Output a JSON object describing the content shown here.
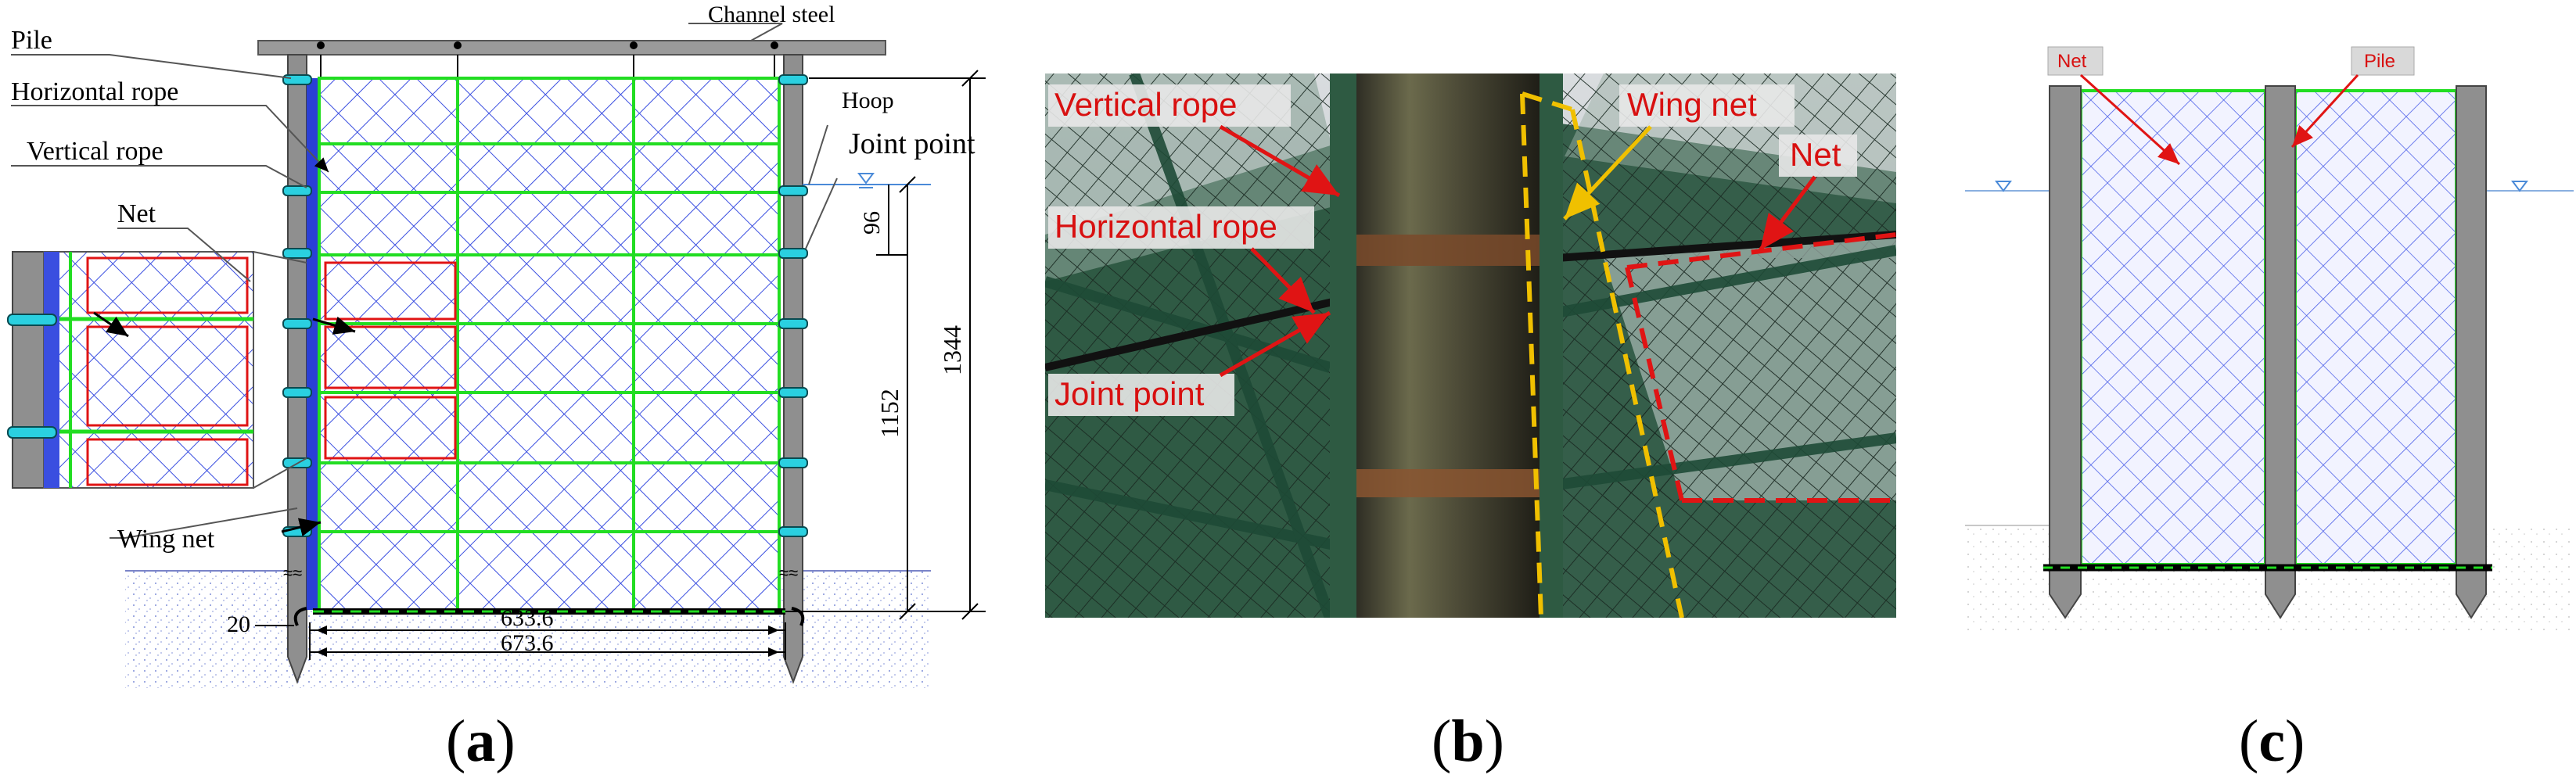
{
  "panel_a": {
    "labels": {
      "channel_steel": "Channel steel",
      "pile": "Pile",
      "horizontal_rope": "Horizontal rope",
      "vertical_rope": "Vertical rope",
      "net": "Net",
      "wing_net": "Wing net",
      "hoop": "Hoop",
      "joint_point": "Joint point"
    },
    "dimensions": {
      "d96": "96",
      "d1152": "1152",
      "d1344": "1344",
      "d20": "20",
      "d633": "633.6",
      "d673": "673.6"
    }
  },
  "panel_b": {
    "labels": {
      "vertical_rope": "Vertical rope",
      "horizontal_rope": "Horizontal rope",
      "joint_point": "Joint point",
      "wing_net": "Wing net",
      "net": "Net"
    }
  },
  "panel_c": {
    "labels": {
      "net": "Net",
      "pile": "Pile"
    }
  },
  "captions": {
    "a": "a",
    "b": "b",
    "c": "c"
  },
  "colors": {
    "pile": "#8c8c8c",
    "rope": "#22dd22",
    "net": "#2a3fd6",
    "red": "#e01414",
    "water": "#4a8ad8",
    "yellow": "#f0c000"
  }
}
